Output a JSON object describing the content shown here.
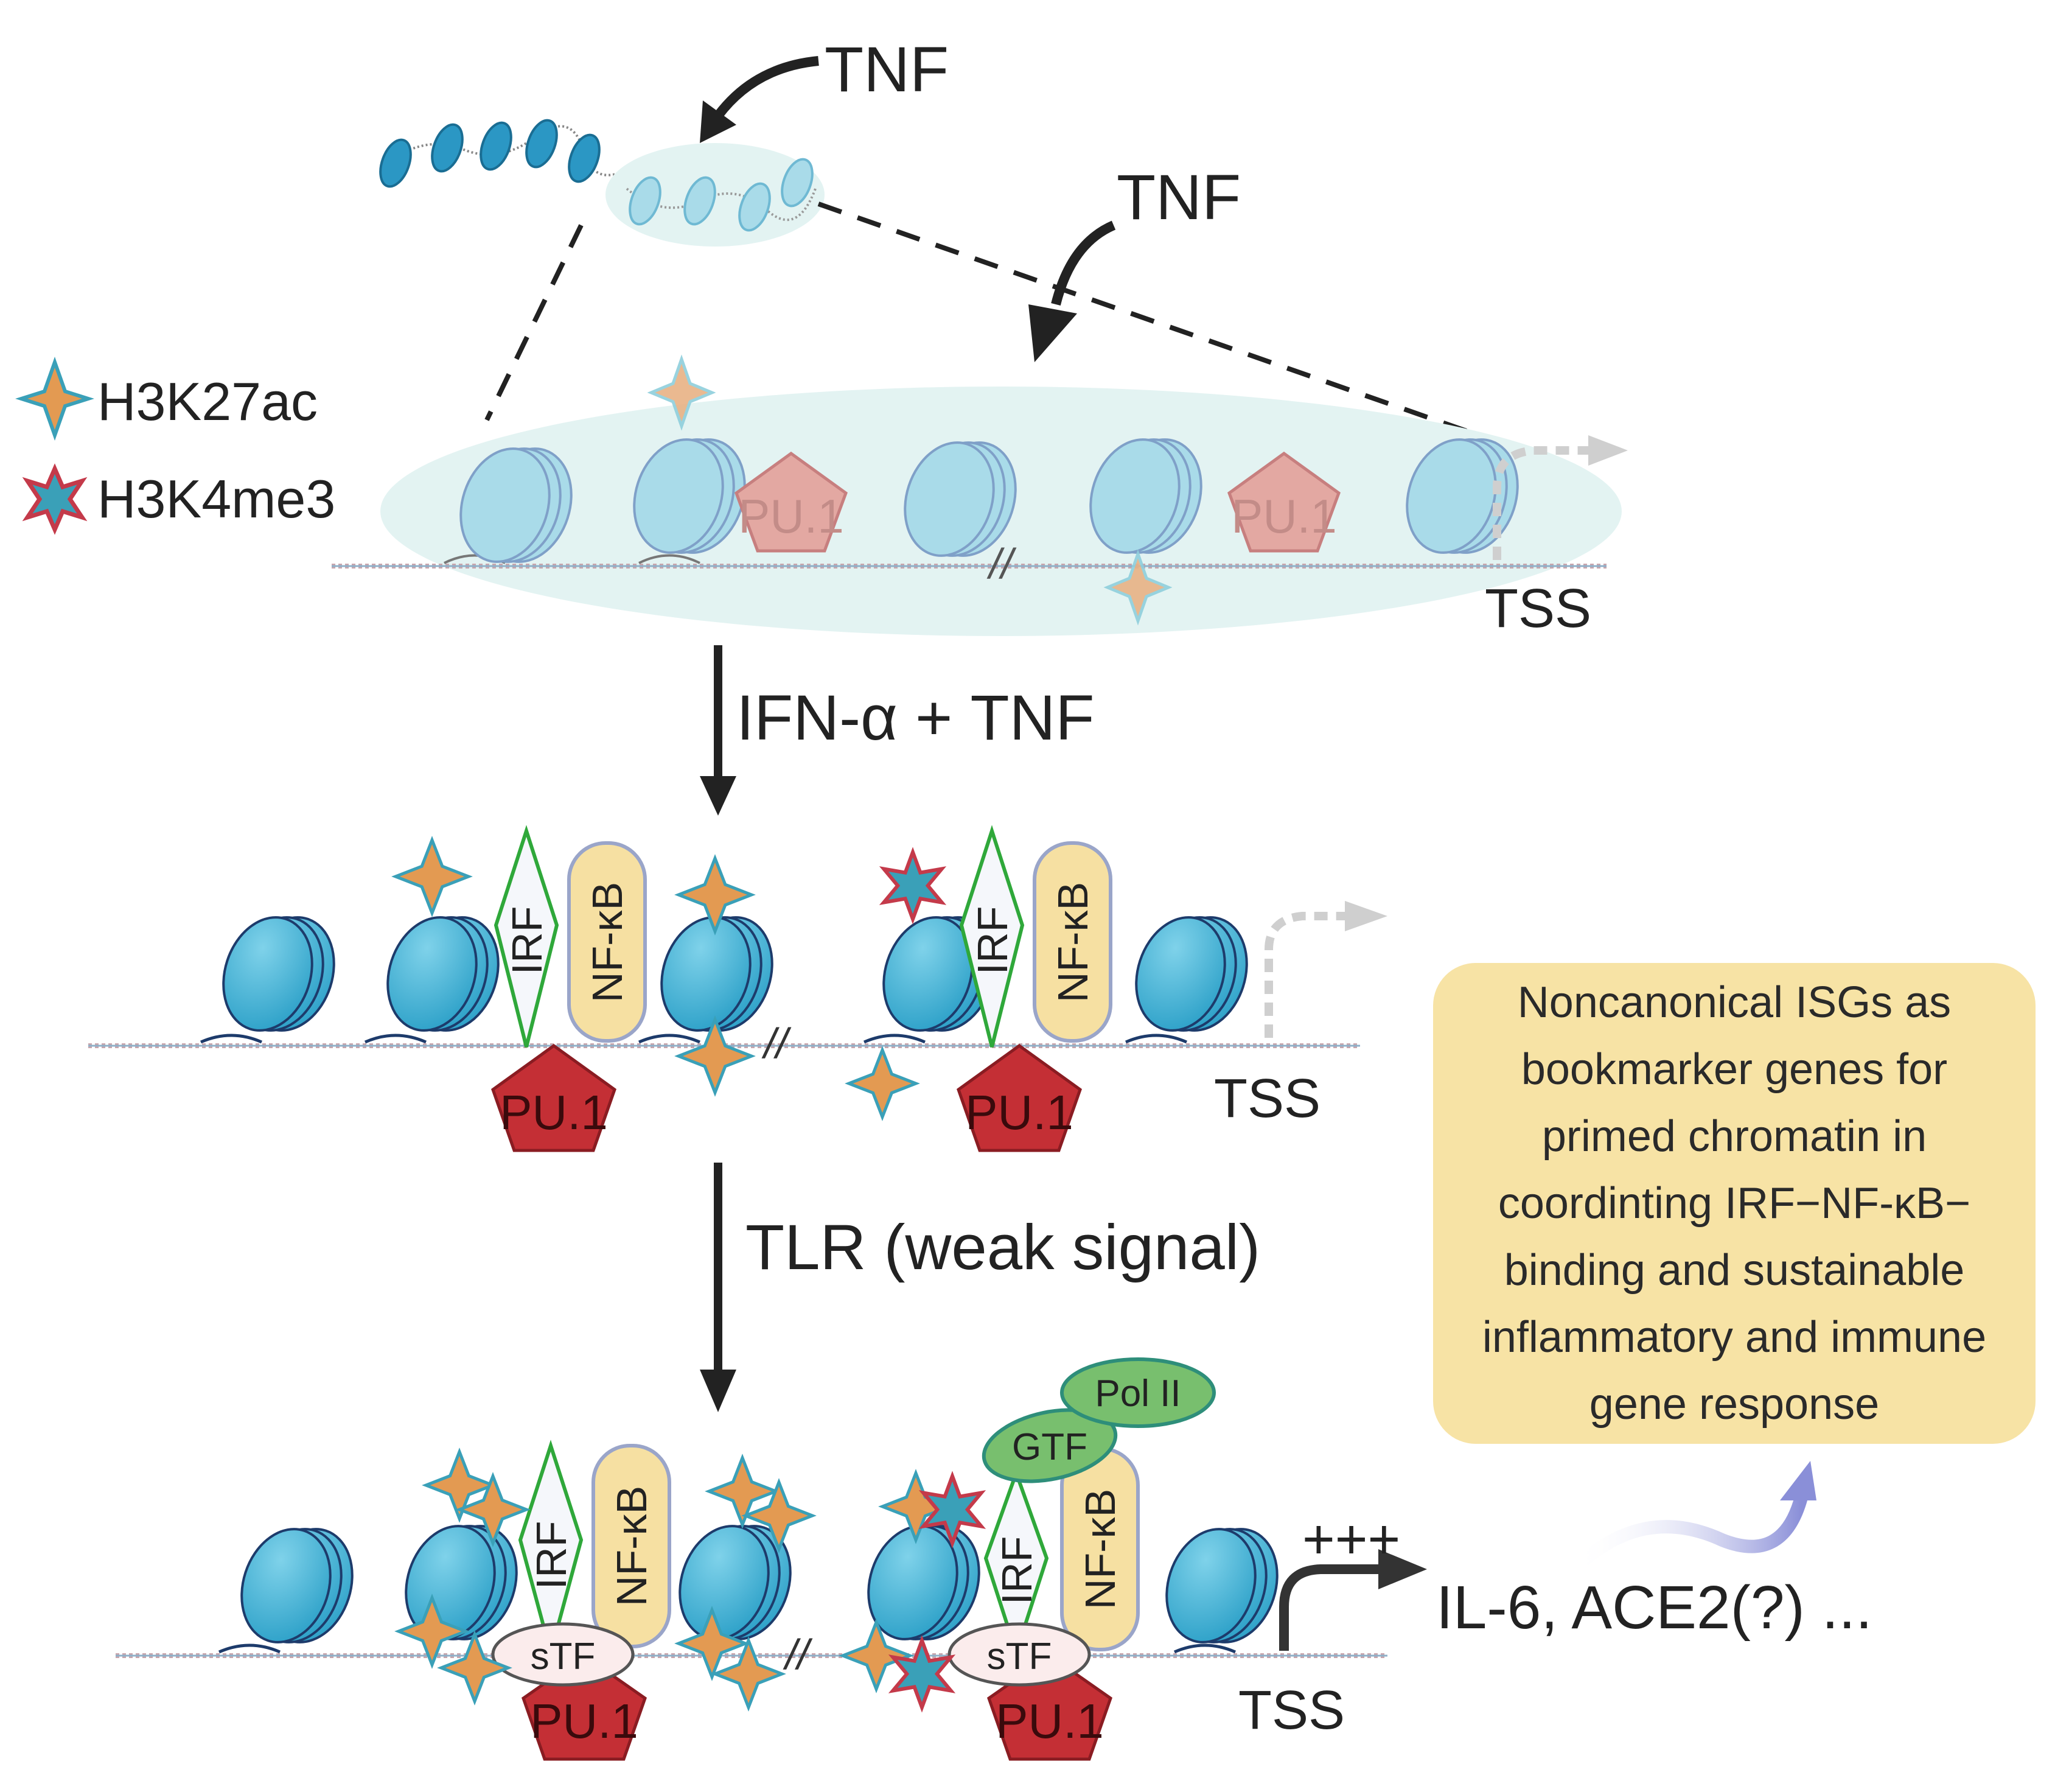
{
  "labels": {
    "tnf_top": "TNF",
    "tnf_mid": "TNF",
    "legend_h3k27ac": "H3K27ac",
    "legend_h3k4me3": "H3K4me3",
    "pu1": "PU.1",
    "irf": "IRF",
    "nfkb": "NF-κB",
    "stf": "sTF",
    "gtf": "GTF",
    "pol2": "Pol II",
    "tss": "TSS",
    "break_mark": "//",
    "step1": "IFN-α + TNF",
    "step2": "TLR (weak signal)",
    "plus": "+++",
    "genes": "IL-6, ACE2(?) ..."
  },
  "note": {
    "text": "Noncanonical ISGs as\nbookmarker genes for\nprimed chromatin in\ncoordinting IRF−NF-κB−\nbinding and sustainable\ninflammatory and immune\ngene response"
  },
  "colors": {
    "nucleosome": "#3ab0d4",
    "nucleosome_faded": "#a9dbe9",
    "pu1": "#c42f35",
    "pu1_faded": "#e3a8a2",
    "irf_outline": "#2fa83a",
    "nfkb_fill": "#f6e0a2",
    "h3k27ac": "#e39a52",
    "h3k4me3": "#c43a4a",
    "note_bg": "#f7e3a5",
    "chromatin_halo": "#e3f3f2"
  }
}
